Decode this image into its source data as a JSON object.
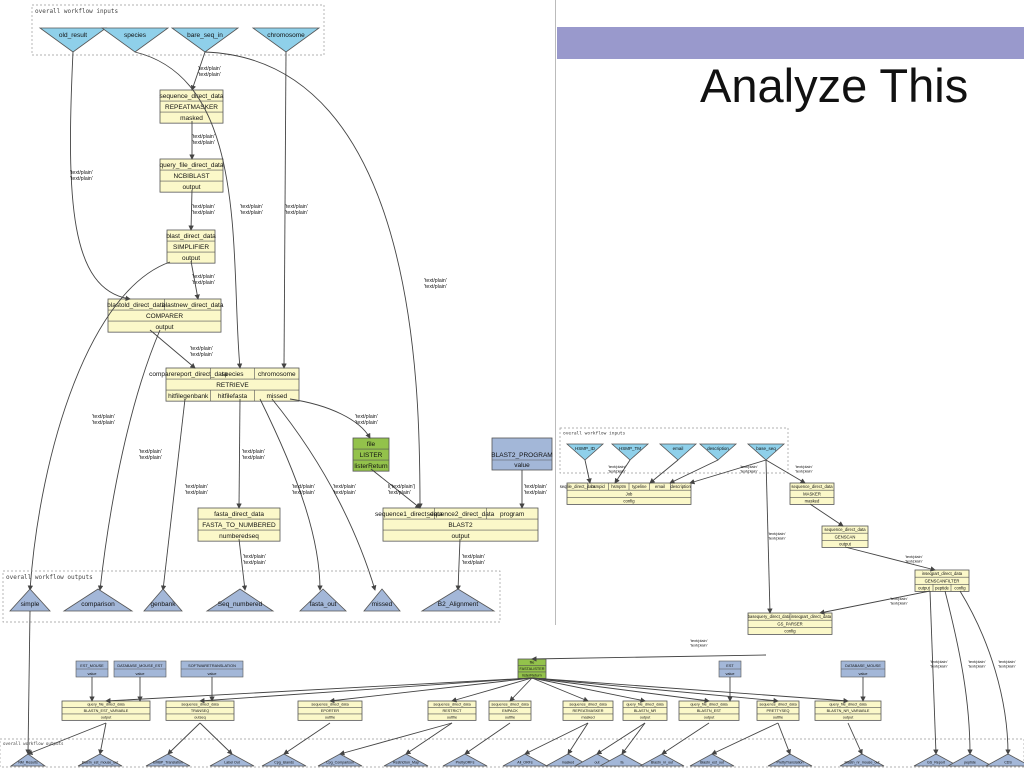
{
  "slide": {
    "title": "Analyze This"
  },
  "colors": {
    "input": "#8fd0ea",
    "process": "#fbf8c9",
    "green": "#93c24b",
    "blue": "#a3b7d8",
    "output": "#a3b7d8",
    "edge": "#444444",
    "accent_bar": "#9999cc"
  },
  "wf1": {
    "inputs_label": "overall workflow inputs",
    "outputs_label": "overall workflow outputs",
    "inputs": [
      "old_result",
      "species",
      "bare_seq_in",
      "chromosome"
    ],
    "repeatmasker": {
      "port": "sequence_direct_data",
      "name": "REPEATMASKER",
      "out": "masked"
    },
    "ncbiblast": {
      "port": "query_file_direct_data",
      "name": "NCBIBLAST",
      "out": "output"
    },
    "simplifier": {
      "port": "blast_direct_data",
      "name": "SIMPLIFIER",
      "out": "output"
    },
    "comparer": {
      "port1": "blastold_direct_data",
      "port2": "blastnew_direct_data",
      "name": "COMPARER",
      "out": "output"
    },
    "retrieve": {
      "port1": "comparereport_direct_data",
      "port2": "species",
      "port3": "chromosome",
      "name": "RETRIEVE",
      "out1": "hitfilegenbank",
      "out2": "hitfilefasta",
      "out3": "missed"
    },
    "lister": {
      "port": "file",
      "name": "LISTER",
      "out": "listerReturn"
    },
    "blast2_program": {
      "name": "BLAST2_PROGRAM",
      "out": "value"
    },
    "fasta_to_numbered": {
      "port": "fasta_direct_data",
      "name": "FASTA_TO_NUMBERED",
      "out": "numberedseq"
    },
    "blast2": {
      "port1": "sequence1_direct_data",
      "port2": "sequence2_direct_data",
      "port3": "program",
      "name": "BLAST2",
      "out": "output"
    },
    "outputs": [
      "simple",
      "comparison",
      "genbank",
      "Seq_numbered",
      "fasta_out",
      "missed",
      "B2_Alignment"
    ],
    "edge_labels": {
      "a": "'text/plain'\n'text/plain'",
      "b": "'text/plain'\n'text/plain'",
      "c": "'text/plain'\n'text/plain'",
      "d": "'text/plain'\n'text/plain'",
      "e": "'text/plain'\n'text/plain'",
      "f": "'text/plain'\n'text/plain'",
      "g": "'text/plain'\n'text/plain'",
      "h": "'text/plain'\n'text/plain'",
      "i": "'text/plain'\n'text/plain'",
      "j": "'text/plain'\n'text/plain'",
      "k": "'text/plain'\n'text/plain'",
      "l": "'text/plain'\n'text/plain'",
      "m": "'text/plain'\n'text/plain'",
      "n": "'text/plain'\n'text/plain'",
      "o": "'text/plain'\n'text/plain'",
      "p": "'text/plain'\n'text/plain'",
      "q": "'text/plain'\n'text/plain'",
      "r": "l('text/plain')\n'text/plain'"
    }
  },
  "wf2": {
    "inputs_label": "overall workflow inputs",
    "inputs": [
      "HSMP_ID",
      "HSMP_TM",
      "email",
      "description",
      "base_seq"
    ],
    "job": {
      "ports": [
        "seqfile_direct_data",
        "hsmpid",
        "hsmptm",
        "typeline",
        "email",
        "description"
      ],
      "name": "Job",
      "out": "config"
    },
    "masker": {
      "port": "sequence_direct_data",
      "name": "MASKER",
      "out": "masked"
    },
    "genscan": {
      "port": "sequence_direct_data",
      "name": "GENSCAN",
      "out": "output"
    },
    "genscanfilter": {
      "port": "inseqpart_direct_data",
      "name": "GENSCANFILTER",
      "out1": "output",
      "out2": "peptide",
      "out3": "config"
    },
    "gs_parser": {
      "port1": "basequery_direct_data",
      "port2": "inseqpart_direct_data",
      "name": "GS_PARSER",
      "out": "config"
    }
  },
  "wf3": {
    "outputs_label": "overall workflow outputs",
    "constants": [
      {
        "name": "EST_MOUSE",
        "out": "value"
      },
      {
        "name": "DATABASE_MOUSE_EST",
        "out": "value"
      },
      {
        "name": "SOFTWARETRANSLATION",
        "out": "value"
      },
      {
        "name": "EST",
        "out": "value"
      },
      {
        "name": "DATABASE_MOUSE",
        "out": "value"
      }
    ],
    "faslister": {
      "port": "file",
      "name": "FASTALISTER",
      "out": "listerReturn"
    },
    "processes": [
      {
        "port": "query_file_direct_data",
        "name": "BLASTN_EST_VARIABLE",
        "out": "output"
      },
      {
        "port": "sequence_direct_data",
        "name": "TRANSEQ",
        "out": "outseq"
      },
      {
        "port": "sequence_direct_data",
        "name": "EPORTER",
        "out": "outfile"
      },
      {
        "port": "sequence_direct_data",
        "name": "RESTRICT",
        "out": "outfile"
      },
      {
        "port": "sequence_direct_data",
        "name": "EMPACK",
        "out": "outfile"
      },
      {
        "port": "sequence_direct_data",
        "name": "REPEATMASKER",
        "out": "masked"
      },
      {
        "port": "query_file_direct_data",
        "name": "BLASTN_NR",
        "out": "output"
      },
      {
        "port": "query_file_direct_data",
        "name": "BLASTN_EST",
        "out": "output"
      },
      {
        "port": "sequence_direct_data",
        "name": "PRETTYSEQ",
        "out": "outfile"
      },
      {
        "port": "query_file_direct_data",
        "name": "BLASTN_NR_VARIABLE",
        "out": "output"
      }
    ],
    "outputs": [
      "NM_Results",
      "Blastn_est_mouse_out",
      "EMBP_Translation",
      "Label Out",
      "Cpg_islands",
      "Cpg_Comparison",
      "Restriction_Map",
      "PrettyORFs",
      "All_ORFs",
      "masked",
      "out",
      "fa",
      "Blastn_nr_out",
      "Blastn_est_out",
      "PrettyTranslation",
      "Blastn_nr_mouse_out",
      "GS_Report",
      "peptide",
      "CDS"
    ]
  }
}
